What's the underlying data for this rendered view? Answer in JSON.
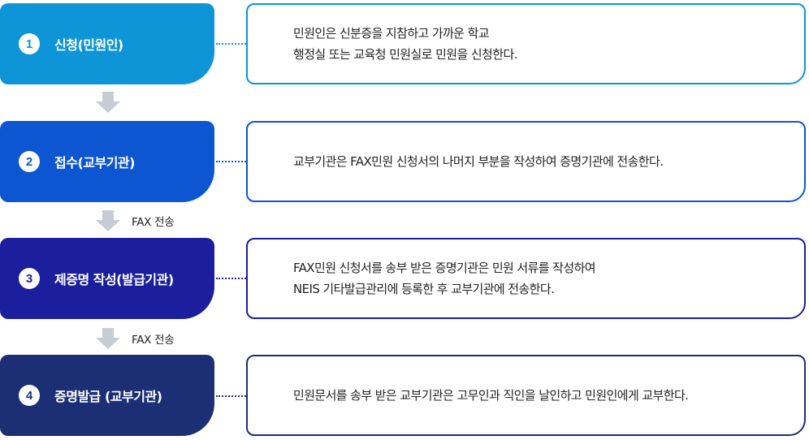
{
  "steps": [
    {
      "number": "1",
      "label": "신청(민원인)",
      "color": "#0d95d8",
      "description": "민원인은 신분증을 지참하고 가까운 학교\n행정실 또는 교육청 민원실로 민원을 신청한다."
    },
    {
      "number": "2",
      "label": "접수(교부기관)",
      "color": "#0c56d2",
      "description": "교부기관은 FAX민원 신청서의 나머지 부분을 작성하여 증명기관에 전송한다."
    },
    {
      "number": "3",
      "label": "제증명 작성(발급기관)",
      "color": "#1b1f9e",
      "description": "FAX민원 신청서를 송부 받은 증명기관은 민원 서류를 작성하여\nNEIS 기타발급관리에 등록한 후 교부기관에 전송한다."
    },
    {
      "number": "4",
      "label": "증명발급 (교부기관)",
      "color": "#1c2e74",
      "description": "민원문서를 송부 받은 교부기관은 고무인과 직인을 날인하고 민원인에게 교부한다."
    }
  ],
  "arrows": [
    {
      "label": ""
    },
    {
      "label": "FAX 전송"
    },
    {
      "label": "FAX 전송"
    }
  ],
  "colors": {
    "arrow": "#c5ccd4"
  }
}
